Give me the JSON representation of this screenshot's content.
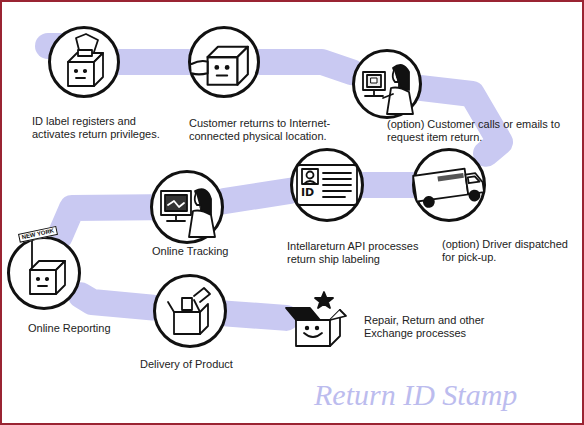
{
  "diagram": {
    "nodes": [
      {
        "text": [
          "ID label registers and activates return privileges."
        ]
      },
      {
        "text": [
          "Customer returns to Internet-connected physical location."
        ]
      },
      {
        "text": [
          "(option) Customer calls or emails to request item return."
        ]
      },
      {
        "text": [
          "(option) Driver dispatched for pick-up."
        ]
      },
      {
        "text": [
          "Intellareturn API processes return ship labeling"
        ]
      },
      {
        "text": [
          "Online Tracking"
        ]
      },
      {
        "text": [
          "Online Reporting"
        ]
      },
      {
        "text": [
          "Delivery of Product"
        ]
      },
      {
        "text": [
          "Repair, Return and other Exchange processes"
        ]
      }
    ],
    "edges": [
      {
        "from": 0,
        "to": 1,
        "arrow": "none"
      },
      {
        "from": 1,
        "to": 2,
        "arrow": "none"
      },
      {
        "from": 2,
        "to": 3,
        "arrow": "none"
      },
      {
        "from": 3,
        "to": 4,
        "arrow": "none"
      },
      {
        "from": 4,
        "to": 5,
        "arrow": "none"
      },
      {
        "from": 5,
        "to": 6,
        "arrow": "none"
      },
      {
        "from": 6,
        "to": 7,
        "arrow": "none"
      },
      {
        "from": 7,
        "to": 8,
        "arrow": "none"
      }
    ],
    "labels": [
      "ID",
      "NEW YORK",
      "Return ID Stamp"
    ]
  }
}
